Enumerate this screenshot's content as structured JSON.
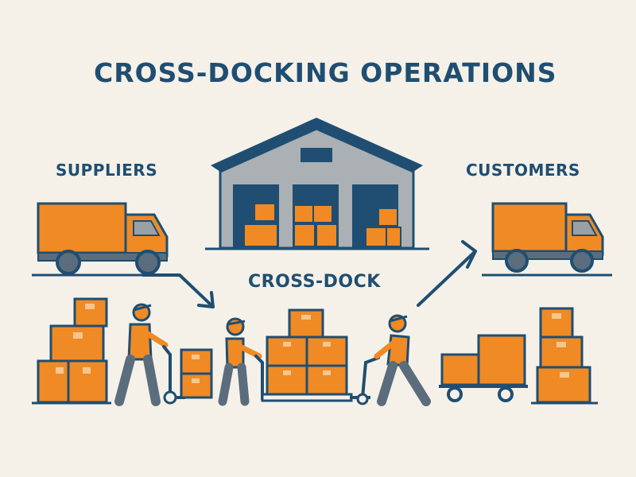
{
  "title": "CROSS-DOCKING OPERATIONS",
  "labels": {
    "suppliers": "SUPPLIERS",
    "cross_dock": "CROSS-DOCK",
    "customers": "CUSTOMERS"
  },
  "colors": {
    "navy": "#1f4e72",
    "orange": "#f08a24",
    "box_tape": "#f6c68f",
    "worker_pants": "#5b6d7c",
    "warehouse_gray": "#aab0b3",
    "truck_window": "#9aa1a6",
    "background": "#f5f1e8"
  },
  "icons": [
    "warehouse-icon",
    "supplier-truck-icon",
    "customer-truck-icon",
    "worker-icon",
    "hand-truck-icon",
    "pallet-jack-icon",
    "box-stack-icon",
    "flow-arrow-icon"
  ]
}
